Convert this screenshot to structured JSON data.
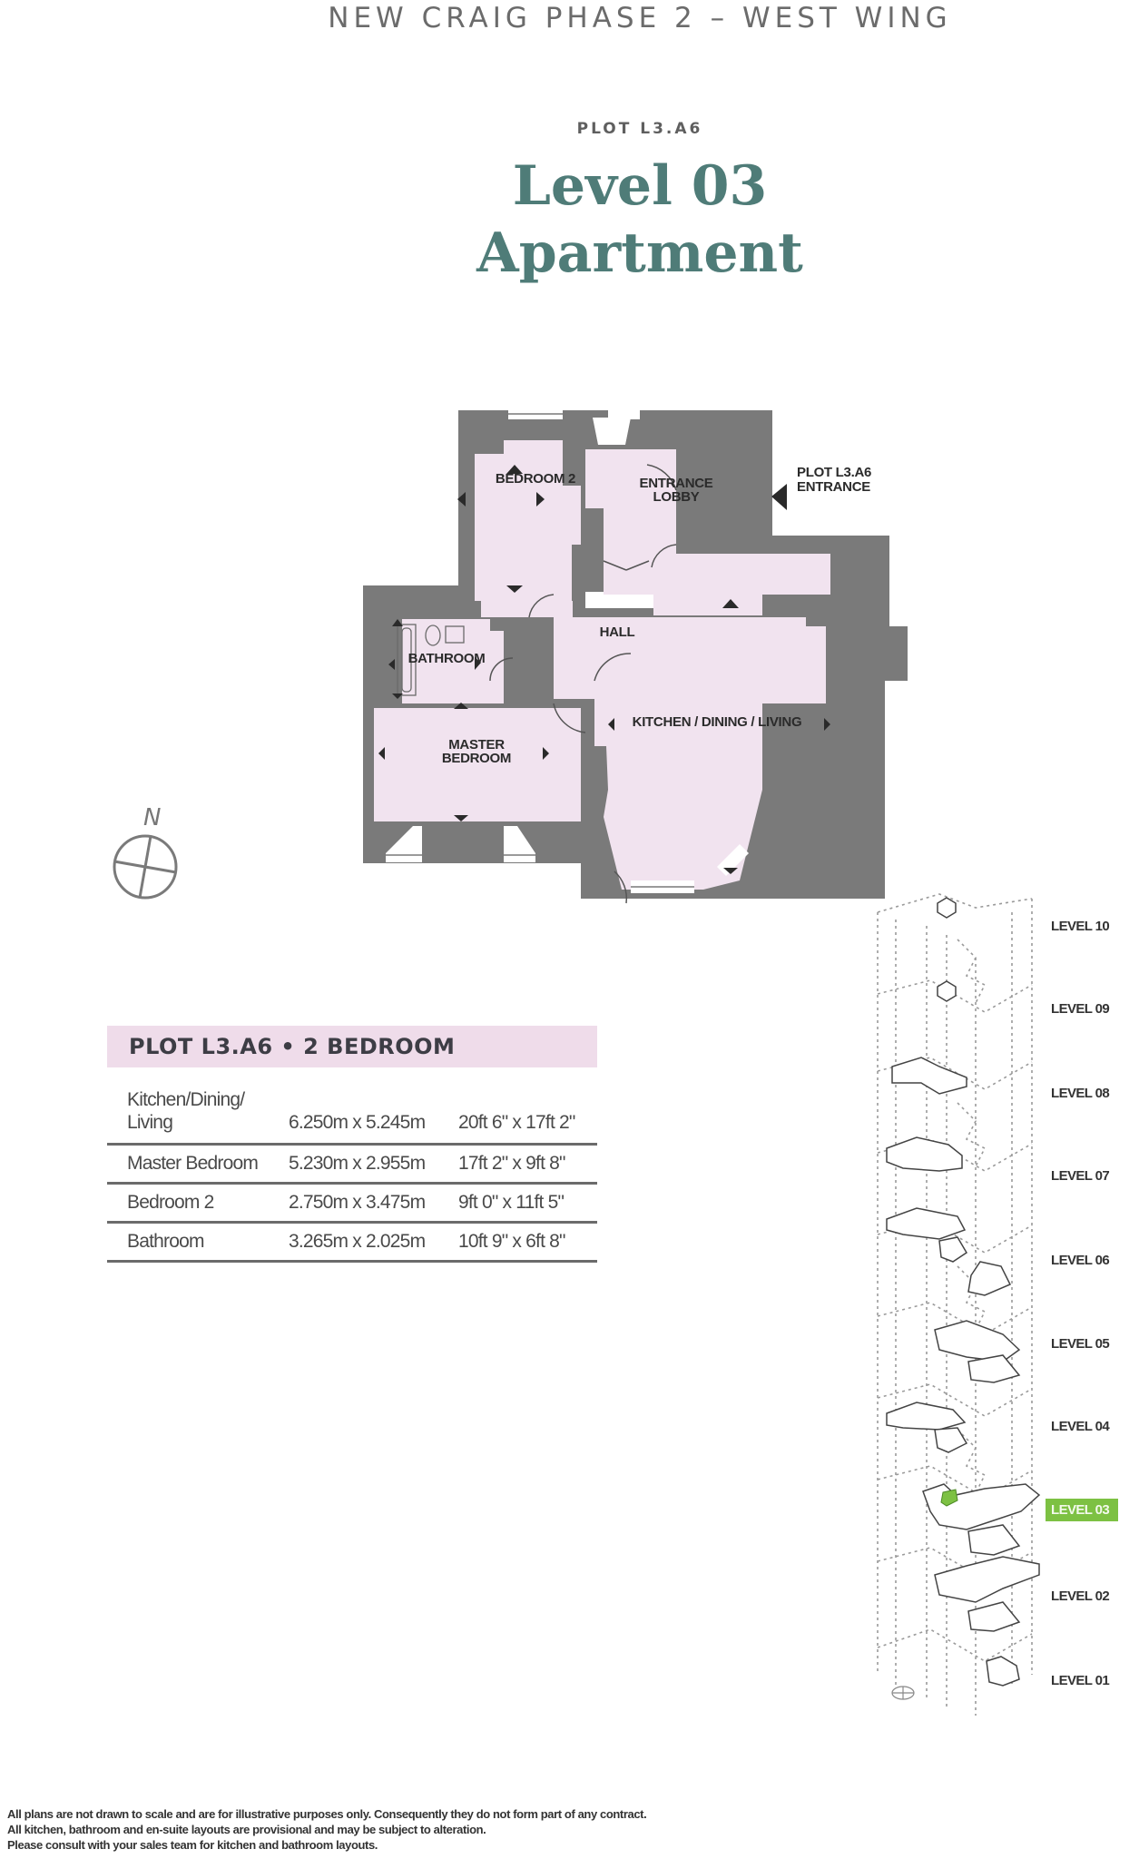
{
  "header": {
    "development": "NEW CRAIG PHASE 2 – WEST WING",
    "plot_kicker": "PLOT L3.A6",
    "title_line1": "Level 03",
    "title_line2": "Apartment"
  },
  "floor_plan": {
    "rooms": {
      "bedroom2": "BEDROOM 2",
      "entrance_lobby_1": "ENTRANCE",
      "entrance_lobby_2": "LOBBY",
      "hall": "HALL",
      "bathroom": "BATHROOM",
      "master_bedroom_1": "MASTER",
      "master_bedroom_2": "BEDROOM",
      "kitchen": "KITCHEN / DINING / LIVING"
    },
    "entrance_marker": {
      "line1": "PLOT L3.A6",
      "line2": "ENTRANCE"
    },
    "colors": {
      "wall": "#7a7a7a",
      "room_fill": "#f1e3ef",
      "marker": "#2a2a2a"
    }
  },
  "compass": {
    "label": "N",
    "icon": "north-compass-icon"
  },
  "specification": {
    "heading": "PLOT L3.A6 • 2 BEDROOM",
    "header_color": "#efdcea",
    "rows": [
      {
        "room_line1": "Kitchen/Dining/",
        "room_line2": "Living",
        "metric": "6.250m x 5.245m",
        "imperial": "20ft 6\" x 17ft 2\""
      },
      {
        "room_line1": "Master Bedroom",
        "room_line2": "",
        "metric": "5.230m x 2.955m",
        "imperial": "17ft 2\" x 9ft 8\""
      },
      {
        "room_line1": "Bedroom 2",
        "room_line2": "",
        "metric": "2.750m x 3.475m",
        "imperial": "9ft 0\" x 11ft 5\""
      },
      {
        "room_line1": "Bathroom",
        "room_line2": "",
        "metric": "3.265m x 2.025m",
        "imperial": "10ft 9\" x 6ft 8\""
      }
    ]
  },
  "level_selector": {
    "active_color": "#7dc143",
    "levels": [
      {
        "label": "LEVEL 10"
      },
      {
        "label": "LEVEL 09"
      },
      {
        "label": "LEVEL 08"
      },
      {
        "label": "LEVEL 07"
      },
      {
        "label": "LEVEL 06"
      },
      {
        "label": "LEVEL 05"
      },
      {
        "label": "LEVEL 04"
      },
      {
        "label": "LEVEL 03",
        "active": true
      },
      {
        "label": "LEVEL 02"
      },
      {
        "label": "LEVEL 01"
      }
    ]
  },
  "disclaimer": {
    "line1": "All plans are not drawn to scale and are for illustrative purposes only. Consequently they do not form part of any contract.",
    "line2": "All kitchen, bathroom and en-suite layouts are provisional and may be subject to alteration.",
    "line3": "Please consult with your sales team for kitchen and bathroom layouts."
  }
}
